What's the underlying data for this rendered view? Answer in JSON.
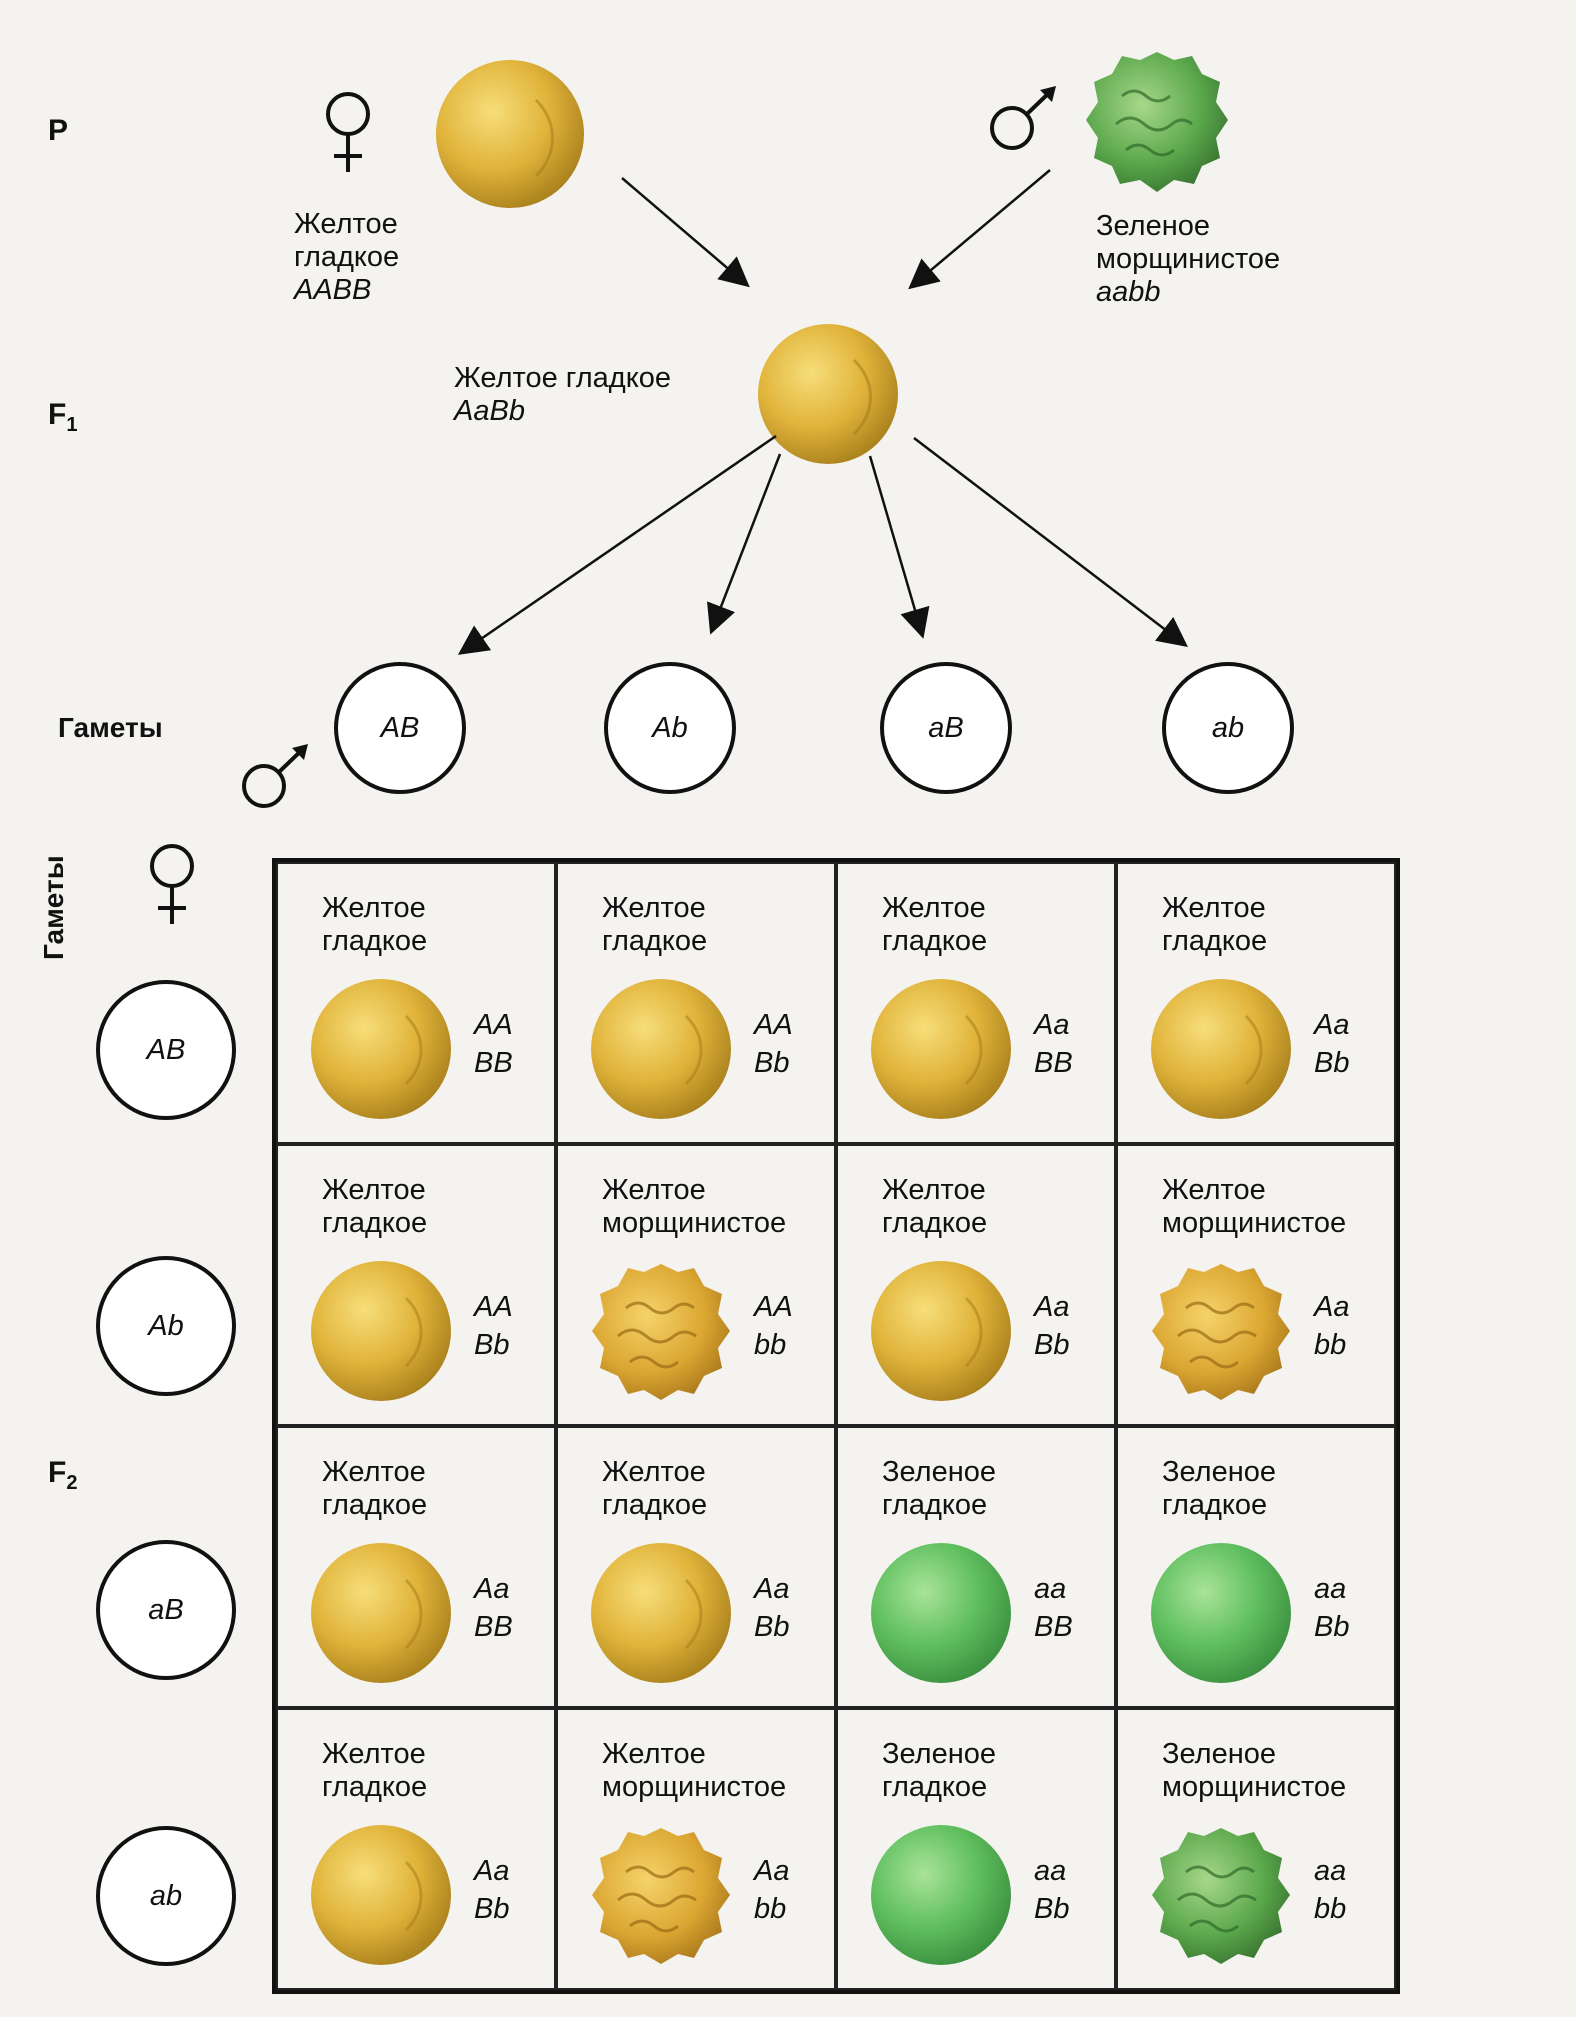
{
  "generations": {
    "p": "P",
    "f1": "F",
    "f1_sub": "1",
    "f2": "F",
    "f2_sub": "2"
  },
  "parents": {
    "female": {
      "phenotype_line1": "Желтое",
      "phenotype_line2": "гладкое",
      "genotype": "AABB"
    },
    "male": {
      "phenotype_line1": "Зеленое",
      "phenotype_line2": "морщинистое",
      "genotype": "aabb"
    }
  },
  "f1": {
    "phenotype": "Желтое гладкое",
    "genotype": "AaBb"
  },
  "gametes_label_male": "Гаметы",
  "gametes_label_female": "Гаметы",
  "male_gametes": [
    "AB",
    "Ab",
    "aB",
    "ab"
  ],
  "female_gametes": [
    "AB",
    "Ab",
    "aB",
    "ab"
  ],
  "colors": {
    "yellow": "#e2b63a",
    "green": "#6fc46a",
    "dark_green": "#5da84c"
  },
  "punnett": [
    [
      {
        "ph1": "Желтое",
        "ph2": "гладкое",
        "g1": "AA",
        "g2": "BB",
        "pea": "yellow-smooth"
      },
      {
        "ph1": "Желтое",
        "ph2": "гладкое",
        "g1": "AA",
        "g2": "Bb",
        "pea": "yellow-smooth"
      },
      {
        "ph1": "Желтое",
        "ph2": "гладкое",
        "g1": "Aa",
        "g2": "BB",
        "pea": "yellow-smooth"
      },
      {
        "ph1": "Желтое",
        "ph2": "гладкое",
        "g1": "Aa",
        "g2": "Bb",
        "pea": "yellow-smooth"
      }
    ],
    [
      {
        "ph1": "Желтое",
        "ph2": "гладкое",
        "g1": "AA",
        "g2": "Bb",
        "pea": "yellow-smooth"
      },
      {
        "ph1": "Желтое",
        "ph2": "морщинистое",
        "g1": "AA",
        "g2": "bb",
        "pea": "yellow-wrinkled"
      },
      {
        "ph1": "Желтое",
        "ph2": "гладкое",
        "g1": "Aa",
        "g2": "Bb",
        "pea": "yellow-smooth"
      },
      {
        "ph1": "Желтое",
        "ph2": "морщинистое",
        "g1": "Aa",
        "g2": "bb",
        "pea": "yellow-wrinkled"
      }
    ],
    [
      {
        "ph1": "Желтое",
        "ph2": "гладкое",
        "g1": "Aa",
        "g2": "BB",
        "pea": "yellow-smooth"
      },
      {
        "ph1": "Желтое",
        "ph2": "гладкое",
        "g1": "Aa",
        "g2": "Bb",
        "pea": "yellow-smooth"
      },
      {
        "ph1": "Зеленое",
        "ph2": "гладкое",
        "g1": "aa",
        "g2": "BB",
        "pea": "green-smooth"
      },
      {
        "ph1": "Зеленое",
        "ph2": "гладкое",
        "g1": "aa",
        "g2": "Bb",
        "pea": "green-smooth"
      }
    ],
    [
      {
        "ph1": "Желтое",
        "ph2": "гладкое",
        "g1": "Aa",
        "g2": "Bb",
        "pea": "yellow-smooth"
      },
      {
        "ph1": "Желтое",
        "ph2": "морщинистое",
        "g1": "Aa",
        "g2": "bb",
        "pea": "yellow-wrinkled"
      },
      {
        "ph1": "Зеленое",
        "ph2": "гладкое",
        "g1": "aa",
        "g2": "Bb",
        "pea": "green-smooth"
      },
      {
        "ph1": "Зеленое",
        "ph2": "морщинистое",
        "g1": "aa",
        "g2": "bb",
        "pea": "green-wrinkled"
      }
    ]
  ]
}
